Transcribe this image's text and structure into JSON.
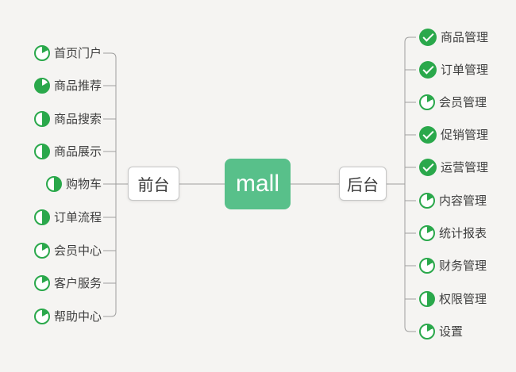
{
  "root": {
    "label": "mall"
  },
  "colors": {
    "background": "#f5f4f2",
    "icon_green": "#2aa84b",
    "root_green": "#58c08a",
    "line_gray": "#9e9e9e",
    "node_border_gray": "#c6c6c6",
    "text_dark": "#3f3f3f"
  },
  "icons": {
    "one-sixth": "pie-one-sixth-icon",
    "five-sixths": "pie-five-sixths-icon",
    "half": "pie-half-icon",
    "done": "check-circle-icon"
  },
  "branches": [
    {
      "label": "前台",
      "side": "left",
      "items": [
        {
          "label": "首页门户",
          "progress": "one-sixth"
        },
        {
          "label": "商品推荐",
          "progress": "five-sixths"
        },
        {
          "label": "商品搜索",
          "progress": "half"
        },
        {
          "label": "商品展示",
          "progress": "half"
        },
        {
          "label": "购物车",
          "progress": "half"
        },
        {
          "label": "订单流程",
          "progress": "half"
        },
        {
          "label": "会员中心",
          "progress": "one-sixth"
        },
        {
          "label": "客户服务",
          "progress": "one-sixth"
        },
        {
          "label": "帮助中心",
          "progress": "one-sixth"
        }
      ]
    },
    {
      "label": "后台",
      "side": "right",
      "items": [
        {
          "label": "商品管理",
          "progress": "done"
        },
        {
          "label": "订单管理",
          "progress": "done"
        },
        {
          "label": "会员管理",
          "progress": "one-sixth"
        },
        {
          "label": "促销管理",
          "progress": "done"
        },
        {
          "label": "运营管理",
          "progress": "done"
        },
        {
          "label": "内容管理",
          "progress": "one-sixth"
        },
        {
          "label": "统计报表",
          "progress": "one-sixth"
        },
        {
          "label": "财务管理",
          "progress": "one-sixth"
        },
        {
          "label": "权限管理",
          "progress": "half"
        },
        {
          "label": "设置",
          "progress": "one-sixth"
        }
      ]
    }
  ]
}
